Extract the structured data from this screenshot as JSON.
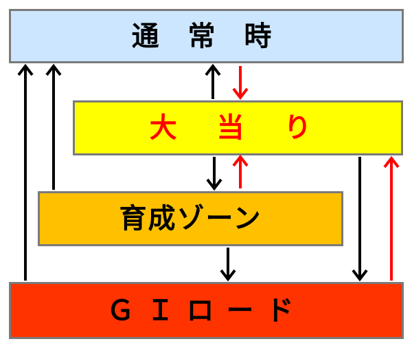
{
  "states": {
    "normal": {
      "label": "通 常 時",
      "fill": "#cce6ff",
      "text": "#000000"
    },
    "jackpot": {
      "label": "大 当 り",
      "fill": "#ffff00",
      "text": "#ff0000"
    },
    "zone": {
      "label": "育成ゾーン",
      "fill": "#ffc000",
      "text": "#000000"
    },
    "gi_road": {
      "label": "ＧＩロード",
      "fill": "#ff3300",
      "text": "#000000"
    }
  },
  "transitions": [
    {
      "from": "gi_road",
      "to": "normal",
      "color": "#000000"
    },
    {
      "from": "zone",
      "to": "normal",
      "color": "#000000"
    },
    {
      "from": "jackpot",
      "to": "normal",
      "color": "#000000"
    },
    {
      "from": "normal",
      "to": "jackpot",
      "color": "#ff0000"
    },
    {
      "from": "jackpot",
      "to": "zone",
      "color": "#000000"
    },
    {
      "from": "zone",
      "to": "jackpot",
      "color": "#ff0000"
    },
    {
      "from": "zone",
      "to": "gi_road",
      "color": "#000000"
    },
    {
      "from": "jackpot",
      "to": "gi_road",
      "color": "#000000"
    },
    {
      "from": "gi_road",
      "to": "jackpot",
      "color": "#ff0000"
    }
  ]
}
